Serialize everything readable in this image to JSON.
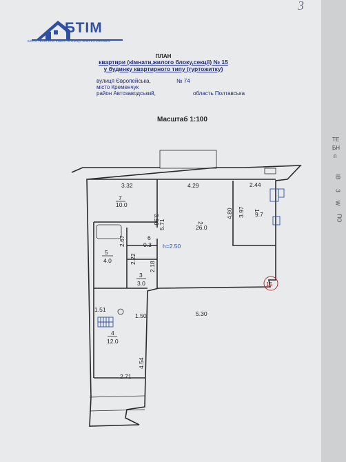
{
  "page_number": "3",
  "logo": {
    "name": "БТІМ",
    "subtitle": "БЮРО ТЕХНІЧНОЇ ІНВЕНТАРИЗАЦІЇ МІЖРЕГІОНАЛЬНЕ",
    "color": "#2f4fa0"
  },
  "header": {
    "title": "ПЛАН",
    "line1": "квартири (кімнати,жилого блоку,секції) № 15",
    "line2": "у будинку квартирного типу (гуртожитку)"
  },
  "address": {
    "street": "вулиця Європейська,",
    "house": "№ 74",
    "city": "місто Кременчук",
    "district": "район Автозаводський,",
    "region": "область Полтавська"
  },
  "scale": "Масштаб 1:100",
  "plan": {
    "apartment_badge": "15",
    "ceiling_height": "h=2.50",
    "rooms": [
      {
        "number": "7",
        "area": "10.0"
      },
      {
        "number": "2",
        "area": "26.0"
      },
      {
        "number": "1",
        "area": "9.7"
      },
      {
        "number": "6",
        "area": "0.3"
      },
      {
        "number": "5",
        "area": "4.0"
      },
      {
        "number": "3",
        "area": "3.0"
      },
      {
        "number": "4",
        "area": "12.0"
      }
    ],
    "dimensions": [
      "3.32",
      "4.29",
      "2.44",
      "3.96",
      "5.71",
      "4.80",
      "3.97",
      "2.67",
      "2.22",
      "2.18",
      "1.51",
      "1.50",
      "5.30",
      "4.54",
      "2.71"
    ]
  },
  "edge_sheet_text": [
    "ТЕ",
    "БН",
    "п",
    "ІВ",
    "3",
    "W",
    "ПО"
  ]
}
